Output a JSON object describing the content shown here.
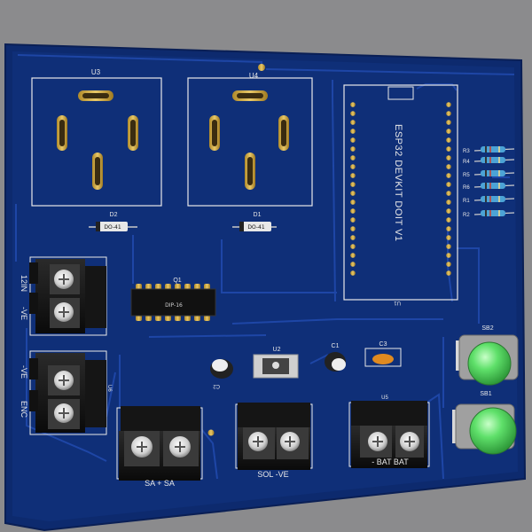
{
  "board": {
    "background_color": "#8b8b8d",
    "pcb_color": "#0d2a6e",
    "trace_color": "#1e46a6",
    "silk_color": "#e8e8e8"
  },
  "relays": [
    {
      "designator": "U3"
    },
    {
      "designator": "U4"
    }
  ],
  "diodes": [
    {
      "designator": "D2",
      "package": "DO-41"
    },
    {
      "designator": "D1",
      "package": "DO-41"
    }
  ],
  "ic": {
    "designator": "Q1",
    "package": "DIP-16"
  },
  "regulator": {
    "designator": "U2"
  },
  "capacitors": [
    {
      "designator": "C1"
    },
    {
      "designator": "C3"
    },
    {
      "designator": "C2"
    }
  ],
  "module": {
    "name": "ESP32 DEVKIT DOIT V1",
    "designator": "U1"
  },
  "resistors": [
    {
      "designator": "R3"
    },
    {
      "designator": "R4"
    },
    {
      "designator": "R5"
    },
    {
      "designator": "R6"
    },
    {
      "designator": "R1"
    },
    {
      "designator": "R2"
    }
  ],
  "buttons": [
    {
      "designator": "SB2"
    },
    {
      "designator": "SB1"
    }
  ],
  "terminals": {
    "left_top_label_1": "12IN",
    "left_top_label_2": "-VE",
    "left_bottom_label_1": "-VE",
    "left_bottom_label_2": "ENC",
    "left_bottom_designator": "U6",
    "bottom_left_label": "SA  + SA",
    "bottom_mid_label": "SOL  -VE",
    "bottom_right_label": "- BAT  BAT",
    "bottom_right_designator": "U5"
  }
}
